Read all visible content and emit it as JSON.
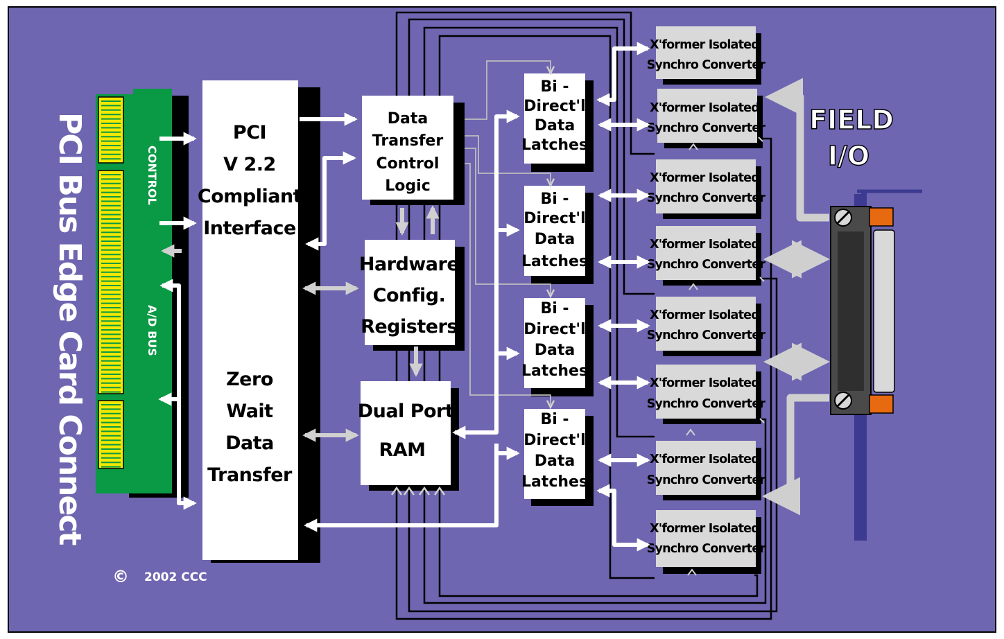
{
  "colors": {
    "background": "#6e66b0",
    "edge_card": "#0a9944",
    "edge_fingers": "#f2e800",
    "converter_box": "#d9d9d9",
    "arrow_gray": "#d0d0d0",
    "bracket": "#3d3a91"
  },
  "edge_connector": {
    "title": "PCI Bus Edge Card Connect",
    "control_label": "CONTROL",
    "ad_bus_label": "A/D BUS"
  },
  "pci_interface": {
    "line1": "PCI",
    "line2": "V 2.2",
    "line3": "Compliant",
    "line4": "Interface",
    "zw1": "Zero",
    "zw2": "Wait",
    "zw3": "Data",
    "zw4": "Transfer"
  },
  "data_transfer": {
    "l1": "Data",
    "l2": "Transfer",
    "l3": "Control",
    "l4": "Logic"
  },
  "hw_config": {
    "l1": "Hardware",
    "l2": "Config.",
    "l3": "Registers"
  },
  "dual_port": {
    "l1": "Dual Port",
    "l2": "RAM"
  },
  "latch": {
    "l1": "Bi -",
    "l2": "Direct'l",
    "l3": "Data",
    "l4": "Latches"
  },
  "converter": {
    "l1": "X'former Isolated",
    "l2": "Synchro Converter"
  },
  "field_io": {
    "l1": "FIELD",
    "l2": "I/O"
  },
  "copyright": {
    "symbol": "©",
    "text": "2002 CCC"
  }
}
